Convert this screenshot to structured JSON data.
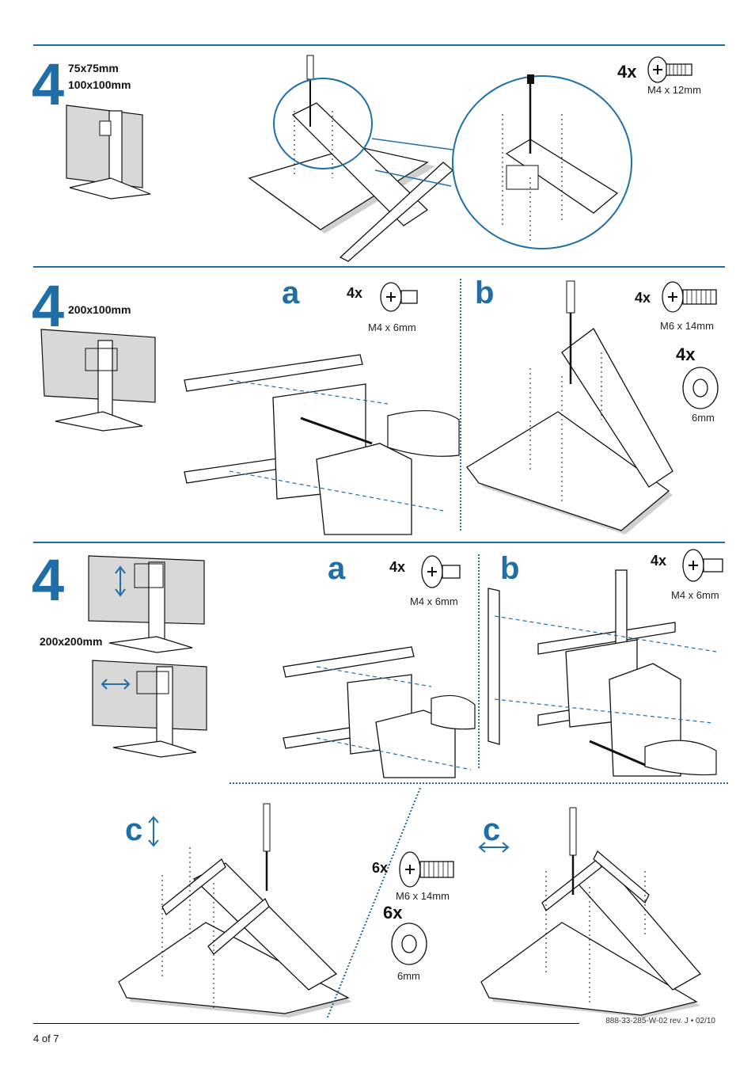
{
  "sections": [
    {
      "step": "4",
      "sizes": [
        "75x75mm",
        "100x100mm"
      ],
      "hardware": [
        {
          "qty": "4x",
          "spec": "M4 x 12mm",
          "icon": "screw-icon"
        }
      ]
    },
    {
      "step": "4",
      "sizes": [
        "200x100mm"
      ],
      "sub_a": {
        "letter": "a",
        "hardware": [
          {
            "qty": "4x",
            "spec": "M4 x 6mm",
            "icon": "screw-icon"
          }
        ]
      },
      "sub_b": {
        "letter": "b",
        "hardware": [
          {
            "qty": "4x",
            "spec": "M6 x 14mm",
            "icon": "screw-icon"
          },
          {
            "qty": "4x",
            "spec": "6mm",
            "icon": "washer-icon"
          }
        ]
      }
    },
    {
      "step": "4",
      "sizes": [
        "200x200mm"
      ],
      "sub_a": {
        "letter": "a",
        "hardware": [
          {
            "qty": "4x",
            "spec": "M4 x 6mm",
            "icon": "screw-icon"
          }
        ]
      },
      "sub_b": {
        "letter": "b",
        "hardware": [
          {
            "qty": "4x",
            "spec": "M4 x 6mm",
            "icon": "screw-icon"
          }
        ]
      },
      "sub_c_left": {
        "letter": "c",
        "icon": "vertical-arrow-icon"
      },
      "sub_c_right": {
        "letter": "c",
        "icon": "horizontal-arrow-icon"
      },
      "hardware_c": [
        {
          "qty": "6x",
          "spec": "M6 x 14mm",
          "icon": "screw-icon"
        },
        {
          "qty": "6x",
          "spec": "6mm",
          "icon": "washer-icon"
        }
      ]
    }
  ],
  "footer": {
    "page": "4 of 7",
    "doc_ref": "888-33-285-W-02 rev. J • 02/10"
  },
  "colors": {
    "accent": "#1f6fa6",
    "line": "#111111",
    "shadow": "#cfcfcf"
  }
}
